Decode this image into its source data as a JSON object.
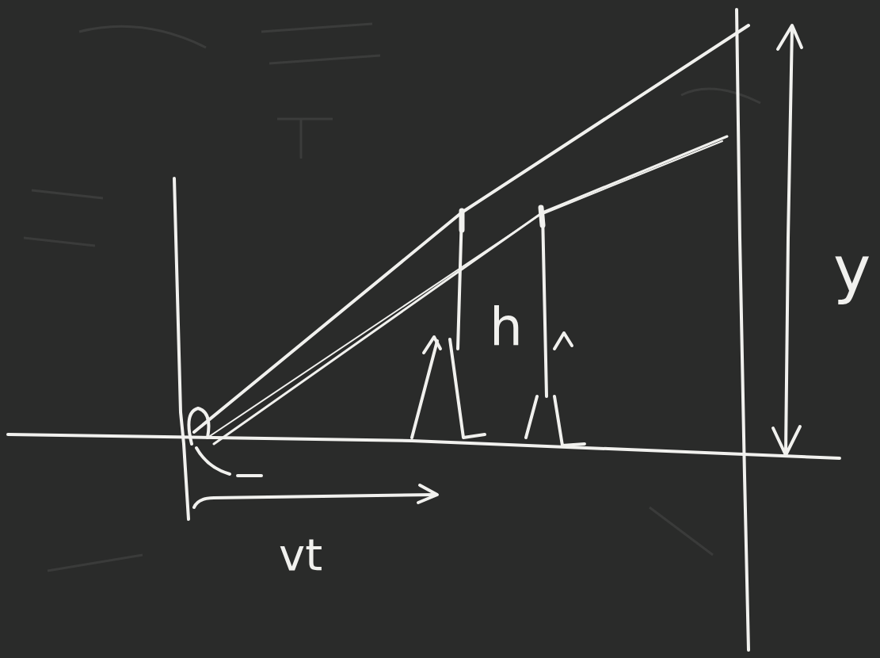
{
  "diagram": {
    "labels": [
      "vt",
      "h",
      "y"
    ]
  }
}
